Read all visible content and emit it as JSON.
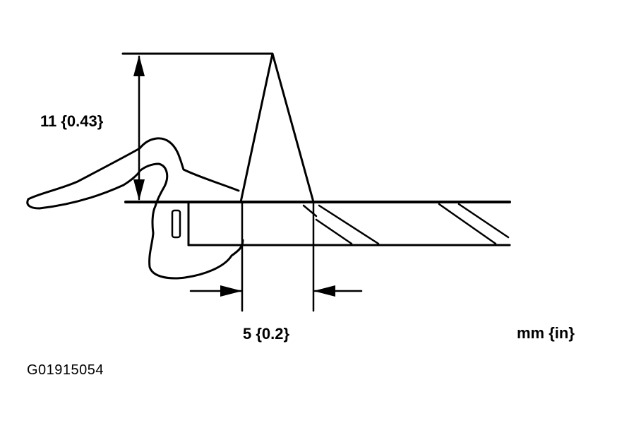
{
  "labels": {
    "height_dimension": "11 {0.43}",
    "width_dimension": "5 {0.2}",
    "units": "mm {in}",
    "figure_code": "G01915054"
  },
  "colors": {
    "ink": "#000000",
    "background": "#ffffff"
  }
}
